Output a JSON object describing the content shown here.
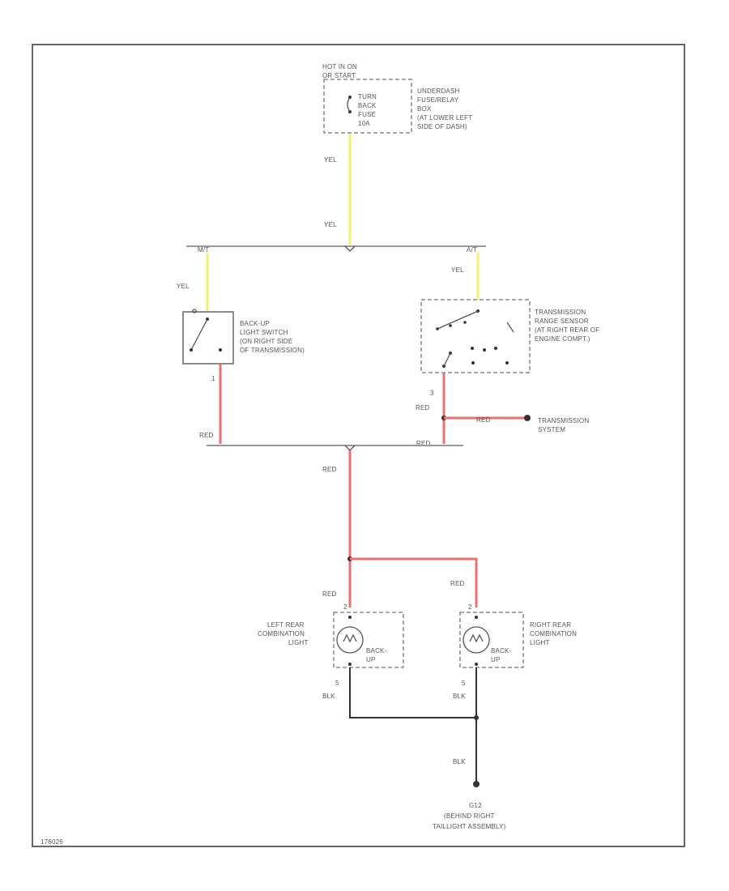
{
  "fuse_box": {
    "hot_label": [
      "HOT IN ON",
      "OR START"
    ],
    "fuse_label": [
      "TURN",
      "BACK",
      "FUSE",
      "10A"
    ],
    "name": [
      "UNDERDASH",
      "FUSE/RELAY",
      "BOX",
      "(AT LOWER LEFT",
      "SIDE OF DASH)"
    ]
  },
  "wires": {
    "yel_1": "YEL",
    "yel_2": "YEL",
    "yel_left": "YEL",
    "yel_right": "YEL",
    "red_left": "RED",
    "red_right_upper": "RED",
    "red_right_lower": "RED",
    "red_branch": "RED",
    "red_main": "RED",
    "red_lamp_left": "RED",
    "red_lamp_right": "RED",
    "blk_left": "BLK",
    "blk_right": "BLK",
    "blk_ground": "BLK"
  },
  "transmission": {
    "manual": "M/T",
    "auto": "A/T"
  },
  "backup_switch": {
    "pin": "1",
    "name": [
      "BACK-UP",
      "LIGHT SWITCH",
      "(ON RIGHT SIDE",
      "OF TRANSMISSION)"
    ]
  },
  "range_sensor": {
    "pin": "3",
    "name": [
      "TRANSMISSION",
      "RANGE SENSOR",
      "(AT RIGHT REAR OF",
      "ENGINE COMPT.)"
    ]
  },
  "transmission_system": [
    "TRANSMISSION",
    "SYSTEM"
  ],
  "left_light": {
    "name": [
      "LEFT REAR",
      "COMBINATION",
      "LIGHT"
    ],
    "bulb": [
      "BACK-",
      "UP"
    ],
    "pin_top": "2",
    "pin_bottom": "5"
  },
  "right_light": {
    "name": [
      "RIGHT REAR",
      "COMBINATION",
      "LIGHT"
    ],
    "bulb": [
      "BACK-",
      "UP"
    ],
    "pin_top": "2",
    "pin_bottom": "5"
  },
  "ground": {
    "id": "G12",
    "name": [
      "(BEHIND RIGHT",
      "TAILLIGHT ASSEMBLY)"
    ]
  },
  "footer_code": "176026"
}
